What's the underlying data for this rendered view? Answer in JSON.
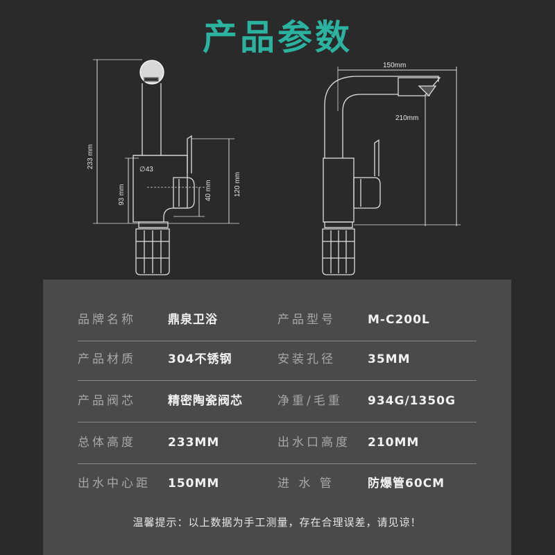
{
  "title": "产品参数",
  "dimensions": {
    "total_height": "233 mm",
    "base_height": "93 mm",
    "diameter": "∅43",
    "handle_height": "40 mm",
    "body_height": "120 mm",
    "spout_reach": "150mm",
    "spout_height": "210mm"
  },
  "specs": [
    {
      "label_left": "品牌名称",
      "value_left": "鼎泉卫浴",
      "label_right": "产品型号",
      "value_right": "M-C200L"
    },
    {
      "label_left": "产品材质",
      "value_left": "304不锈钢",
      "label_right": "安装孔径",
      "value_right": "35MM"
    },
    {
      "label_left": "产品阀芯",
      "value_left": "精密陶瓷阀芯",
      "label_right": "净重/毛重",
      "value_right": "934G/1350G"
    },
    {
      "label_left": "总体高度",
      "value_left": "233MM",
      "label_right": "出水口高度",
      "value_right": "210MM"
    },
    {
      "label_left": "出水中心距",
      "value_left": "150MM",
      "label_right": "进 水 管",
      "value_right": "防爆管60CM"
    }
  ],
  "note": "温馨提示：以上数据为手工测量，存在合理误差，请见谅！",
  "colors": {
    "title": "#2bb3a0",
    "background": "#2a2a2a",
    "panel": "#4a4a4a"
  }
}
